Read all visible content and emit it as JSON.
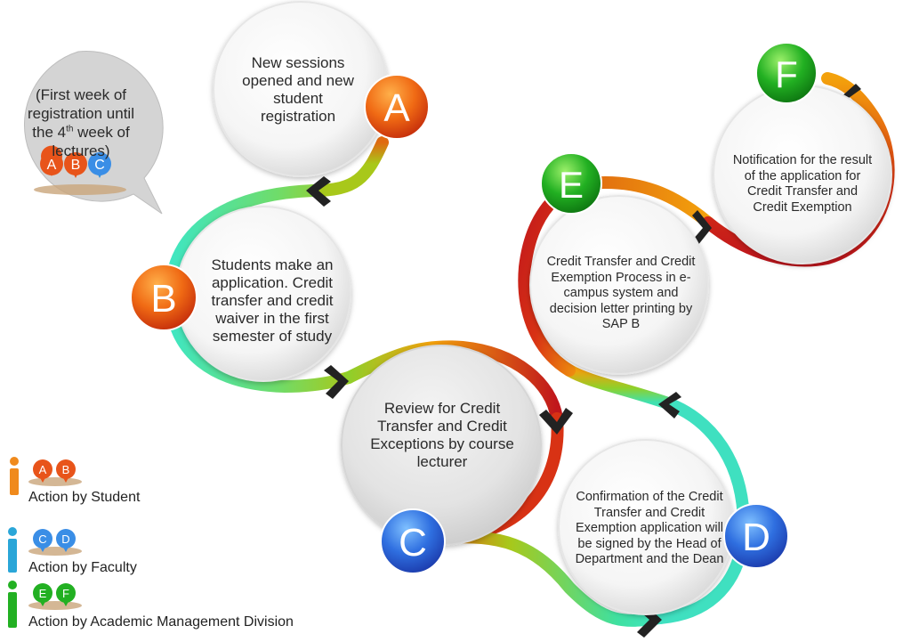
{
  "steps": {
    "A": {
      "letter": "A",
      "text": "New sessions opened and new student registration",
      "color": "#e8541a"
    },
    "B": {
      "letter": "B",
      "text": "Students make an application. Credit transfer and credit waiver in the first semester of study",
      "color": "#e8541a"
    },
    "C": {
      "letter": "C",
      "text": "Review for Credit Transfer and Credit Exceptions by course lecturer",
      "color": "#2f6fe0"
    },
    "D": {
      "letter": "D",
      "text": "Confirmation of the Credit Transfer and Credit Exemption application will be signed by the Head of Department and the Dean",
      "color": "#2f6fe0"
    },
    "E": {
      "letter": "E",
      "text": "Credit Transfer and Credit Exemption Process in e-campus system and decision letter printing by SAP B",
      "color": "#22b022"
    },
    "F": {
      "letter": "F",
      "text": "Notification for the result of the application for Credit Transfer and Credit Exemption",
      "color": "#22b022"
    }
  },
  "bubble": {
    "line1": "(First week of",
    "line2": "registration until",
    "line3a": "the 4",
    "line3sup": "th",
    "line3b": " week of",
    "line4": "lectures)",
    "markers": [
      "A",
      "B",
      "C"
    ]
  },
  "legend": [
    {
      "label": "Action by Student",
      "markers": [
        "A",
        "B"
      ],
      "color": "#f08a1c"
    },
    {
      "label": "Action by Faculty",
      "markers": [
        "C",
        "D"
      ],
      "color": "#2aa6d8"
    },
    {
      "label": "Action by Academic Management Division",
      "markers": [
        "E",
        "F"
      ],
      "color": "#22b022"
    }
  ],
  "colors": {
    "orange": "#e8541a",
    "blue": "#2f6fe0",
    "green": "#22b022",
    "red": "#c0161c",
    "teal": "#3fe0c0",
    "lime": "#a8c81a",
    "amber": "#f3a10c"
  }
}
